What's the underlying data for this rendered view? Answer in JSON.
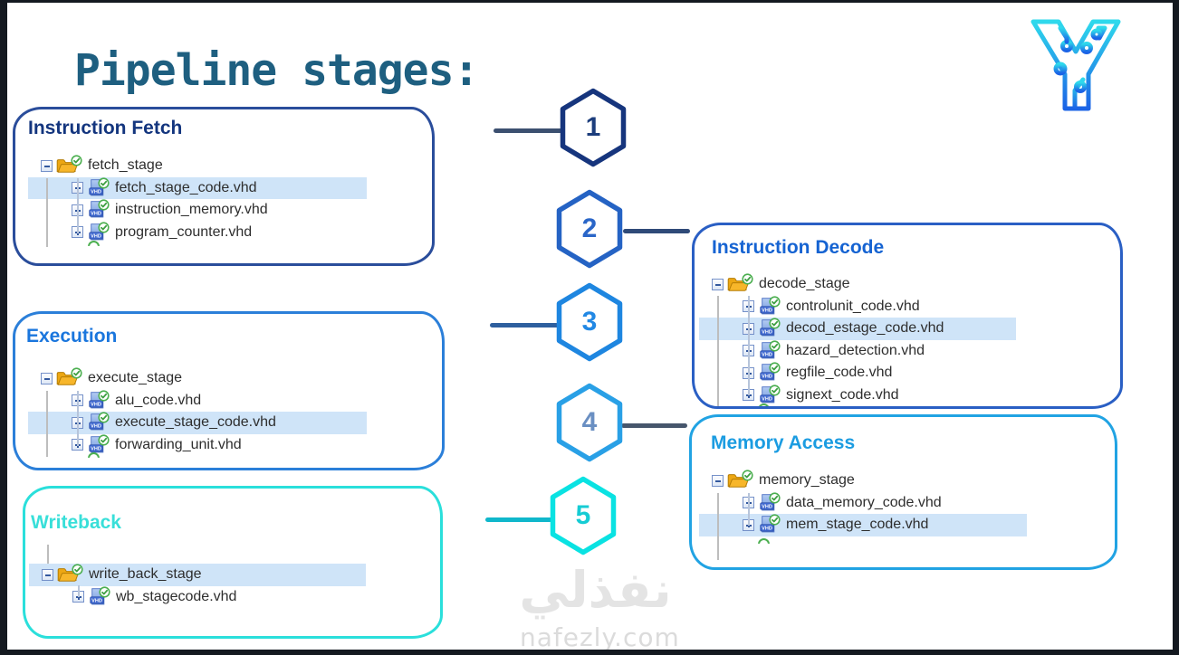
{
  "title": "Pipeline stages:",
  "logo": {
    "name": "circuit-y-logo"
  },
  "steps": [
    {
      "number": "1"
    },
    {
      "number": "2"
    },
    {
      "number": "3"
    },
    {
      "number": "4"
    },
    {
      "number": "5"
    }
  ],
  "stages": [
    {
      "label": "Instruction Fetch",
      "folder": "fetch_stage",
      "files": [
        "fetch_stage_code.vhd",
        "instruction_memory.vhd",
        "program_counter.vhd"
      ],
      "selected": "fetch_stage_code.vhd"
    },
    {
      "label": "Instruction Decode",
      "folder": "decode_stage",
      "files": [
        "controlunit_code.vhd",
        "decod_estage_code.vhd",
        "hazard_detection.vhd",
        "regfile_code.vhd",
        "signext_code.vhd"
      ],
      "selected": "decod_estage_code.vhd"
    },
    {
      "label": "Execution",
      "folder": "execute_stage",
      "files": [
        "alu_code.vhd",
        "execute_stage_code.vhd",
        "forwarding_unit.vhd"
      ],
      "selected": "execute_stage_code.vhd"
    },
    {
      "label": "Memory Access",
      "folder": "memory_stage",
      "files": [
        "data_memory_code.vhd",
        "mem_stage_code.vhd"
      ],
      "selected": "mem_stage_code.vhd"
    },
    {
      "label": "Writeback",
      "folder": "write_back_stage",
      "files": [
        "wb_stagecode.vhd"
      ],
      "selected": "write_back_stage"
    }
  ],
  "watermark": {
    "brand_arabic": "نفذلي",
    "brand_domain": "nafezly.com"
  },
  "colors": {
    "title": "#1e5f80",
    "selection_highlight": "#cfe4f8",
    "fetch_border": "#2a4d9b",
    "fetch_header": "#13357e",
    "decode_border": "#2a5fc4",
    "decode_header": "#1563d2",
    "exec_border": "#2b7fd9",
    "exec_header": "#1a76dd",
    "mem_border": "#21a3e3",
    "mem_header": "#1b9ce1",
    "wb_border": "#2adfdb",
    "wb_header": "#38dfd9",
    "hex_1": "#16357d",
    "hex_2": "#2563c4",
    "hex_3": "#1e86e0",
    "hex_4": "#29a0e6",
    "hex_5": "#0ae2e2",
    "folder_icon": "#f0a81c",
    "check_icon": "#4caf50",
    "vhd_icon": "#3f68cf"
  }
}
